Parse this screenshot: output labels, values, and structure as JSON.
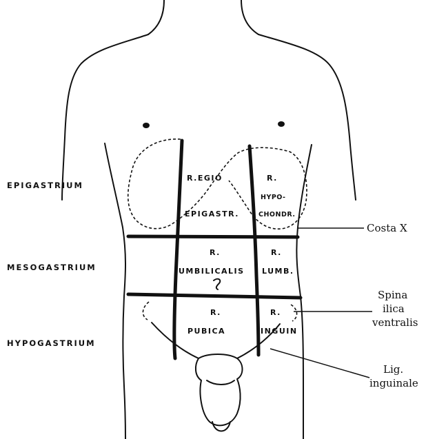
{
  "left_labels": {
    "epigastrium": "EPIGASTRIUM",
    "mesogastrium": "MESOGASTRIUM",
    "hypogastrium": "HYPOGASTRIUM"
  },
  "regions": {
    "epigastric_1": "R.EGIO",
    "epigastric_2": "EPIGASTR.",
    "hypochondr_1": "R.",
    "hypochondr_2": "HYPO-",
    "hypochondr_3": "CHONDR.",
    "umbilical_1": "R.",
    "umbilical_2": "UMBILICALIS",
    "lumbar_1": "R.",
    "lumbar_2": "LUMB.",
    "pubic_1": "R.",
    "pubic_2": "PUBICA",
    "inguinal_1": "R.",
    "inguinal_2": "INGUIN"
  },
  "annotations": {
    "costa": "Costa X",
    "spina_1": "Spina",
    "spina_2": "ilica",
    "spina_3": "ventralis",
    "lig_1": "Lig.",
    "lig_2": "inguinale"
  }
}
